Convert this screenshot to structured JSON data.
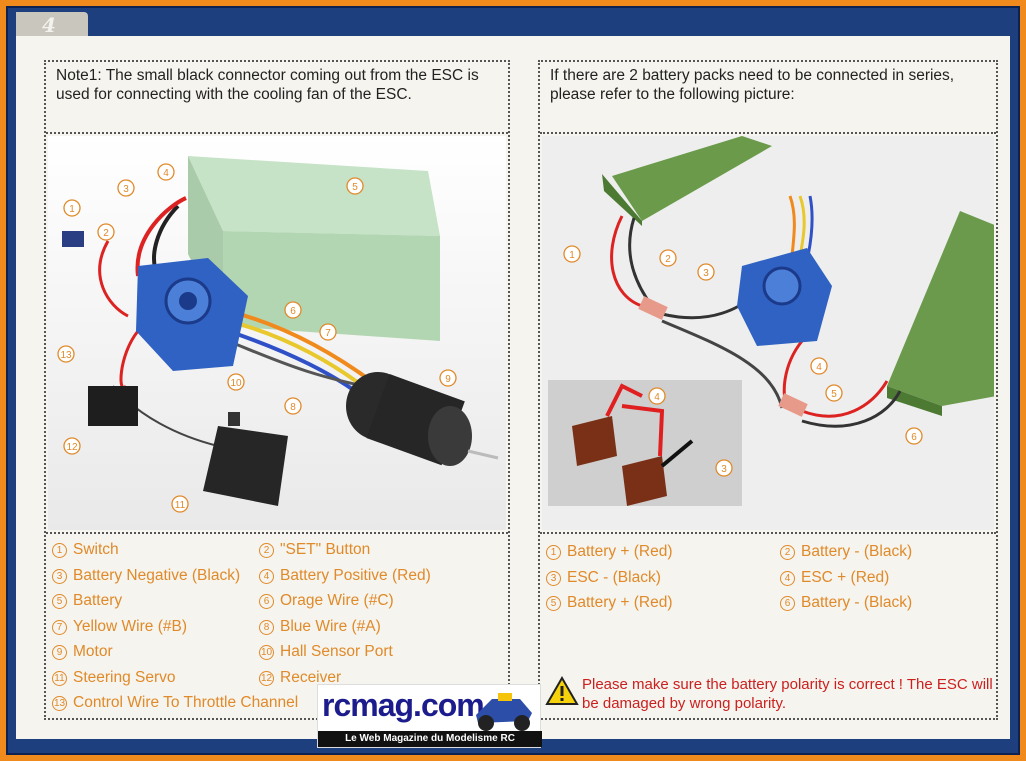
{
  "page_number": "4",
  "left": {
    "note": "Note1:  The small black connector coming out from the ESC is used for connecting with the cooling fan of the ESC.",
    "legend": [
      {
        "num": "1",
        "label": "Switch"
      },
      {
        "num": "2",
        "label": "\"SET\" Button"
      },
      {
        "num": "3",
        "label": "Battery Negative (Black)"
      },
      {
        "num": "4",
        "label": "Battery Positive (Red)"
      },
      {
        "num": "5",
        "label": "Battery"
      },
      {
        "num": "6",
        "label": "Orage Wire (#C)"
      },
      {
        "num": "7",
        "label": "Yellow Wire (#B)"
      },
      {
        "num": "8",
        "label": "Blue Wire (#A)"
      },
      {
        "num": "9",
        "label": "Motor"
      },
      {
        "num": "10",
        "label": "Hall Sensor Port"
      },
      {
        "num": "11",
        "label": "Steering Servo"
      },
      {
        "num": "12",
        "label": "Receiver"
      },
      {
        "num": "13",
        "label": "Control Wire To Throttle Channel"
      }
    ]
  },
  "right": {
    "note": "If there are 2 battery packs need to be connected in series, please refer to the following picture:",
    "legend": [
      {
        "num": "1",
        "label": "Battery + (Red)"
      },
      {
        "num": "2",
        "label": "Battery - (Black)"
      },
      {
        "num": "3",
        "label": "ESC - (Black)"
      },
      {
        "num": "4",
        "label": "ESC + (Red)"
      },
      {
        "num": "5",
        "label": "Battery + (Red)"
      },
      {
        "num": "6",
        "label": "Battery - (Black)"
      }
    ],
    "warning": "Please make sure the battery polarity is correct ! The ESC will be damaged by wrong polarity."
  },
  "logo": {
    "name": "rcmag.com",
    "tagline": "Le Web Magazine du Modelisme RC"
  },
  "colors": {
    "border": "#f08a1c",
    "frame": "#1d3f7e",
    "legend_text": "#e08a2a",
    "warning_text": "#cc1f1f"
  }
}
